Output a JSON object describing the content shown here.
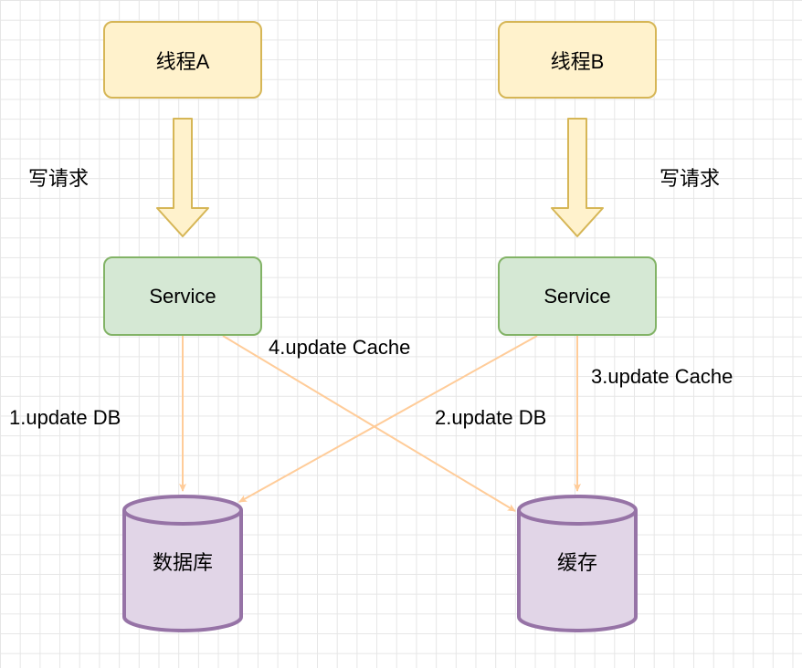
{
  "threads": {
    "a": "线程A",
    "b": "线程B"
  },
  "write_request_a": "写请求",
  "write_request_b": "写请求",
  "services": {
    "a": "Service",
    "b": "Service"
  },
  "edges": {
    "step1": "1.update DB",
    "step2": "2.update DB",
    "step3": "3.update Cache",
    "step4": "4.update Cache"
  },
  "stores": {
    "db": "数据库",
    "cache": "缓存"
  },
  "colors": {
    "thread_fill": "#fff2cc",
    "thread_stroke": "#d6b656",
    "service_fill": "#d5e8d4",
    "service_stroke": "#82b366",
    "store_fill": "#e1d5e7",
    "store_stroke": "#9673a6",
    "edge": "#ffcc99"
  }
}
